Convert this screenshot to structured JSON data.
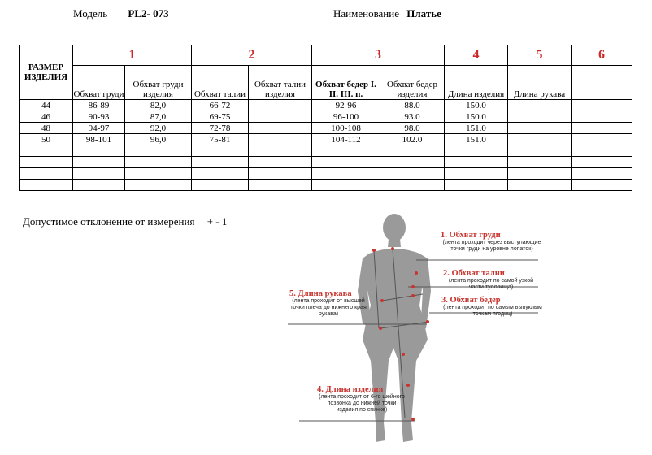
{
  "header": {
    "model_label": "Модель",
    "model_value": "PL2- 073",
    "name_label": "Наименование",
    "name_value": "Платье"
  },
  "table": {
    "size_header": "РАЗМЕР ИЗДЕЛИЯ",
    "groups": [
      "1",
      "2",
      "3",
      "4",
      "5",
      "6"
    ],
    "subheaders": [
      "Обхват груди",
      "Обхват груди изделия",
      "Обхват талии",
      "Обхват талии изделия",
      "Обхват бедер I. II. III. п.",
      "Обхват бедер изделия",
      "Длина изделия",
      "Длина рукава",
      ""
    ],
    "rows": [
      [
        "44",
        "86-89",
        "82,0",
        "66-72",
        "",
        "92-96",
        "88.0",
        "150.0",
        "",
        ""
      ],
      [
        "46",
        "90-93",
        "87,0",
        "69-75",
        "",
        "96-100",
        "93.0",
        "150.0",
        "",
        ""
      ],
      [
        "48",
        "94-97",
        "92,0",
        "72-78",
        "",
        "100-108",
        "98.0",
        "151.0",
        "",
        ""
      ],
      [
        "50",
        "98-101",
        "96,0",
        "75-81",
        "",
        "104-112",
        "102.0",
        "151.0",
        "",
        ""
      ],
      [
        "",
        "",
        "",
        "",
        "",
        "",
        "",
        "",
        "",
        ""
      ],
      [
        "",
        "",
        "",
        "",
        "",
        "",
        "",
        "",
        "",
        ""
      ],
      [
        "",
        "",
        "",
        "",
        "",
        "",
        "",
        "",
        "",
        ""
      ],
      [
        "",
        "",
        "",
        "",
        "",
        "",
        "",
        "",
        "",
        ""
      ]
    ]
  },
  "tolerance": {
    "label": "Допустимое отклонение от измерения",
    "value": "+ - 1"
  },
  "figure": {
    "annotations": [
      {
        "title": "1. Обхват груди",
        "desc": "(лента проходит через выступающие точки груди на уровне лопаток)"
      },
      {
        "title": "2. Обхват талии",
        "desc": "(лента проходит по самой узкой части туловища)"
      },
      {
        "title": "3. Обхват бедер",
        "desc": "(лента проходит по самым выпуклым точкам ягодиц)"
      },
      {
        "title": "4. Длина изделия",
        "desc": "(лента проходит от 6-го шейного позвонка до нижней точки изделия по спинке)"
      },
      {
        "title": "5. Длина рукава",
        "desc": "(лента проходит от высшей точки плеча до нижнего края рукава)"
      }
    ],
    "colors": {
      "silhouette": "#9a9a9a",
      "accent": "#c8352f",
      "line": "#555555"
    }
  }
}
